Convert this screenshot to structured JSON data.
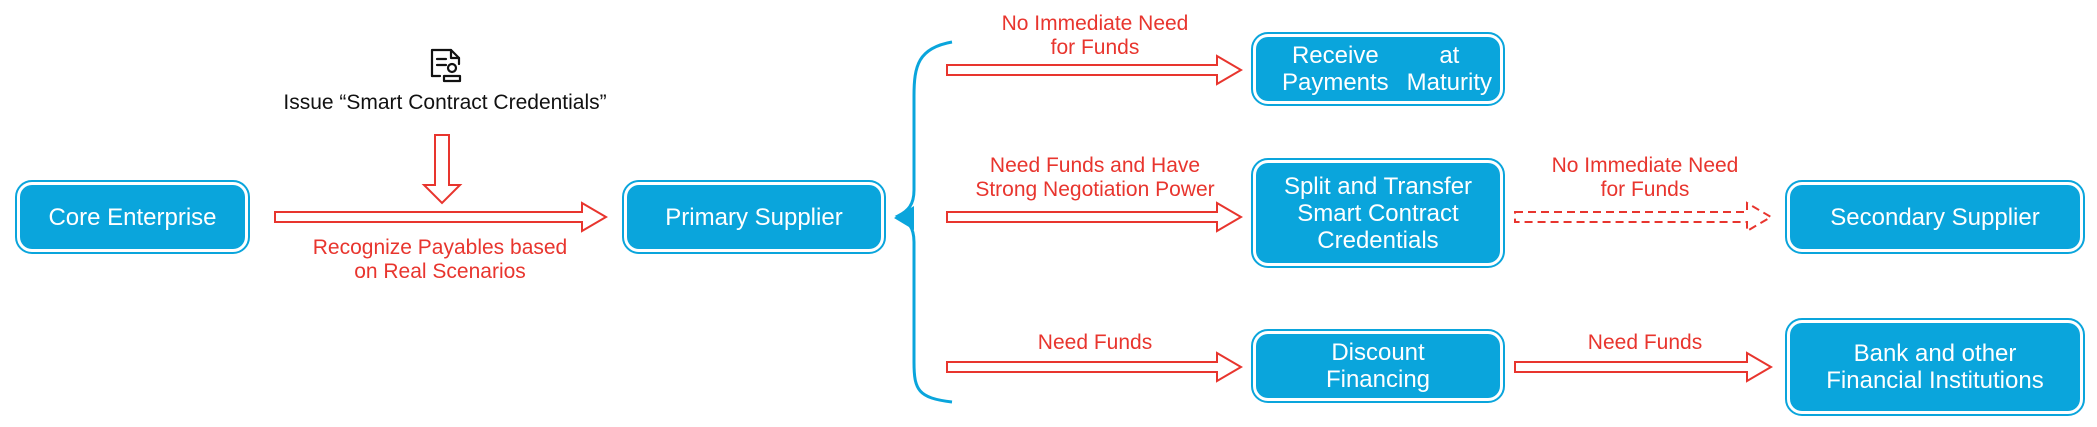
{
  "colors": {
    "box_fill": "#0aa5dc",
    "arrow_red": "#e8352e",
    "brace_blue": "#0aa5dc",
    "text_dark": "#111111"
  },
  "issue": {
    "icon": "contract-certificate-icon",
    "text": "Issue “Smart Contract Credentials”"
  },
  "nodes": {
    "core_enterprise": {
      "lines": [
        "Core Enterprise"
      ]
    },
    "primary_supplier": {
      "lines": [
        "Primary Supplier"
      ]
    },
    "receive_payments": {
      "lines": [
        "Receive Payments",
        "at Maturity"
      ]
    },
    "split_transfer": {
      "lines": [
        "Split and Transfer",
        "Smart Contract",
        "Credentials"
      ]
    },
    "discount_financing": {
      "lines": [
        "Discount",
        "Financing"
      ]
    },
    "secondary_supplier": {
      "lines": [
        "Secondary Supplier"
      ]
    },
    "bank": {
      "lines": [
        "Bank and other",
        "Financial Institutions"
      ]
    }
  },
  "edge_labels": {
    "recognize": {
      "lines": [
        "Recognize Payables based",
        "on Real Scenarios"
      ]
    },
    "no_need_top": {
      "lines": [
        "No Immediate Need",
        "for Funds"
      ]
    },
    "need_power": {
      "lines": [
        "Need Funds and Have",
        "Strong Negotiation Power"
      ]
    },
    "need_funds_left": {
      "lines": [
        "Need Funds"
      ]
    },
    "no_need_right": {
      "lines": [
        "No Immediate Need",
        "for Funds"
      ]
    },
    "need_funds_right": {
      "lines": [
        "Need Funds"
      ]
    }
  }
}
